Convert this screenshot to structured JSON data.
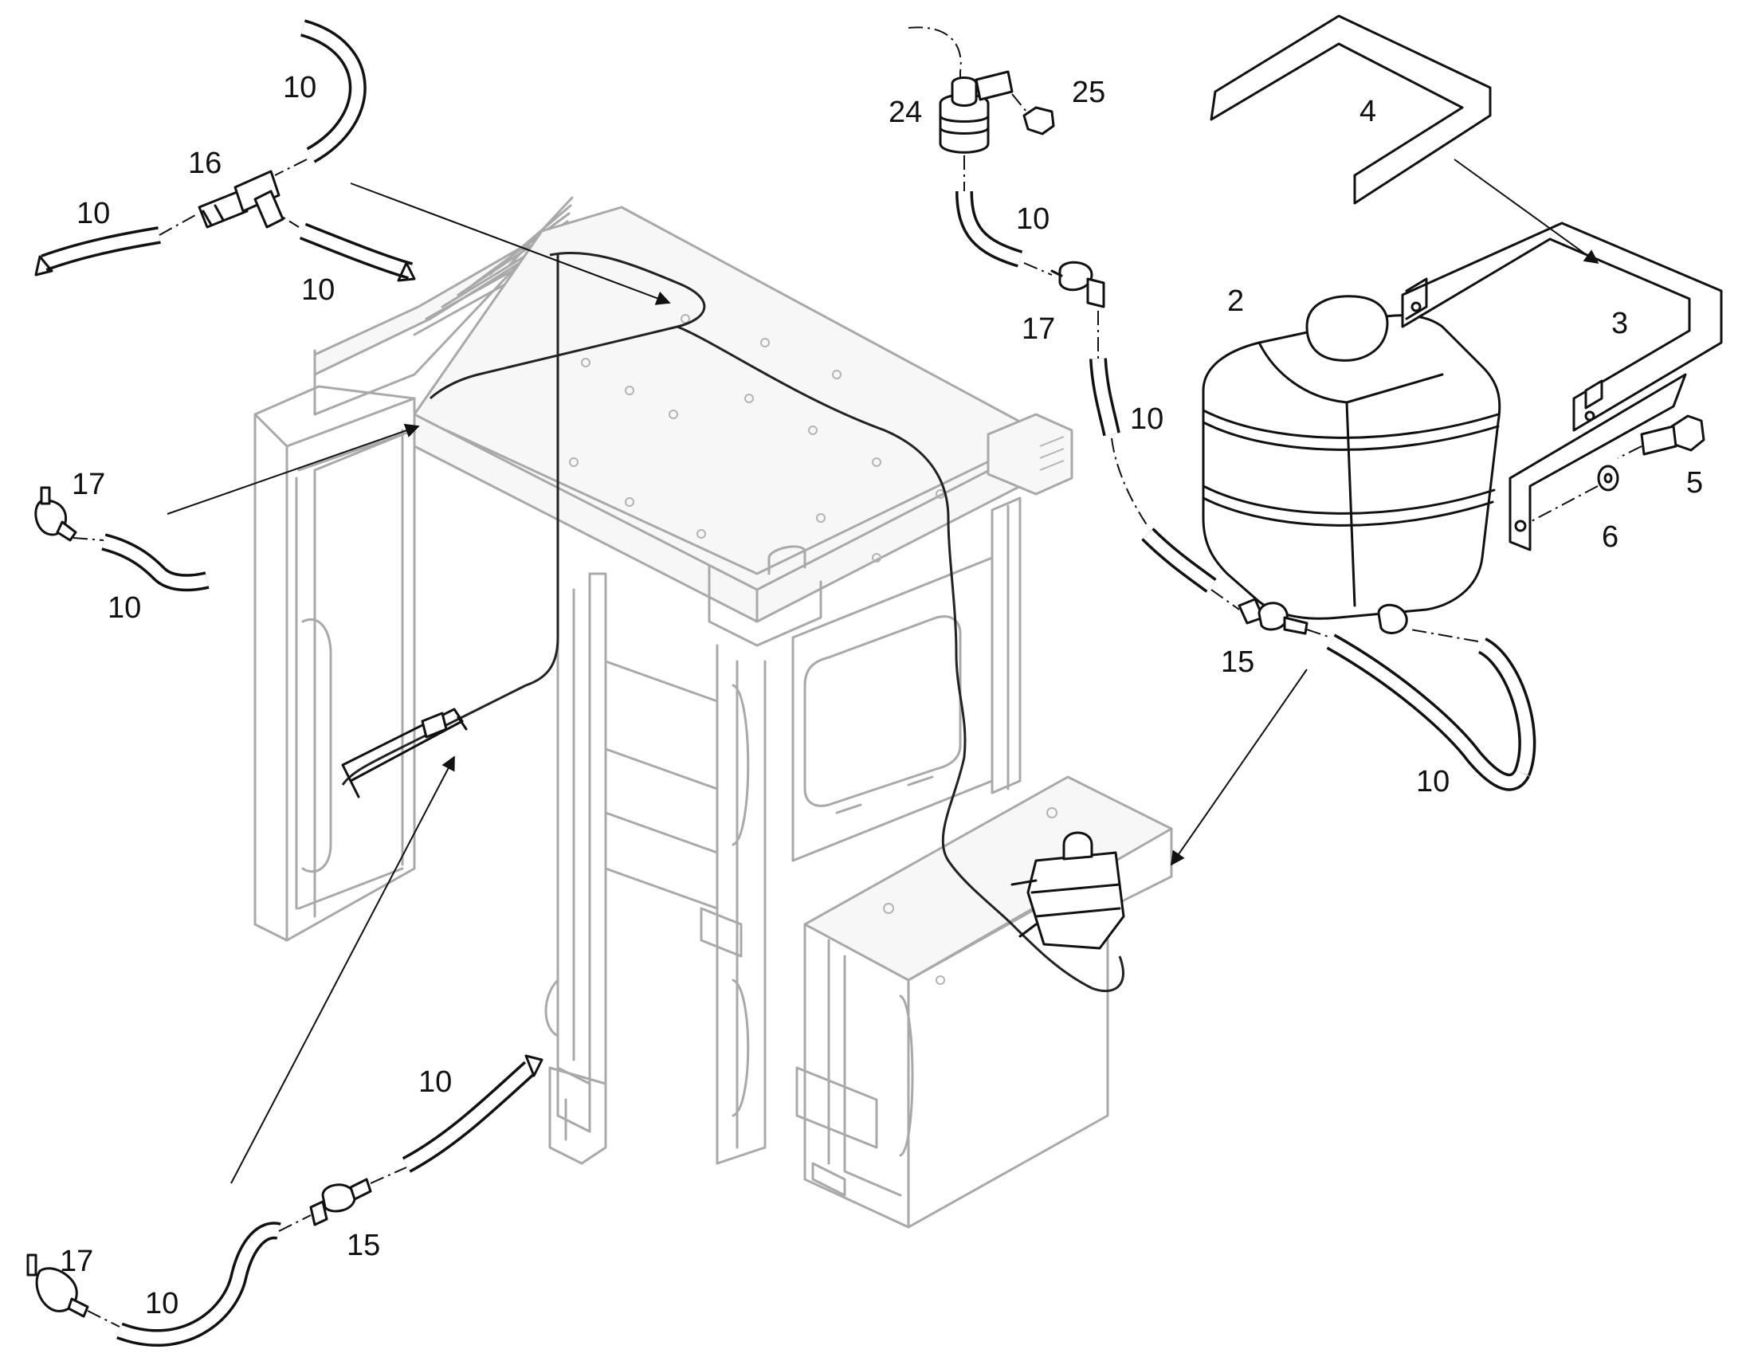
{
  "callouts": [
    {
      "id": "c10a",
      "label": "10"
    },
    {
      "id": "c16",
      "label": "16"
    },
    {
      "id": "c10b",
      "label": "10"
    },
    {
      "id": "c10c",
      "label": "10"
    },
    {
      "id": "c17a",
      "label": "17"
    },
    {
      "id": "c10d",
      "label": "10"
    },
    {
      "id": "c24",
      "label": "24"
    },
    {
      "id": "c25",
      "label": "25"
    },
    {
      "id": "c10e",
      "label": "10"
    },
    {
      "id": "c17b",
      "label": "17"
    },
    {
      "id": "c10f",
      "label": "10"
    },
    {
      "id": "c4",
      "label": "4"
    },
    {
      "id": "c2",
      "label": "2"
    },
    {
      "id": "c3",
      "label": "3"
    },
    {
      "id": "c5",
      "label": "5"
    },
    {
      "id": "c6",
      "label": "6"
    },
    {
      "id": "c15a",
      "label": "15"
    },
    {
      "id": "c10g",
      "label": "10"
    },
    {
      "id": "c10h",
      "label": "10"
    },
    {
      "id": "c15b",
      "label": "15"
    },
    {
      "id": "c17c",
      "label": "17"
    },
    {
      "id": "c10i",
      "label": "10"
    }
  ]
}
